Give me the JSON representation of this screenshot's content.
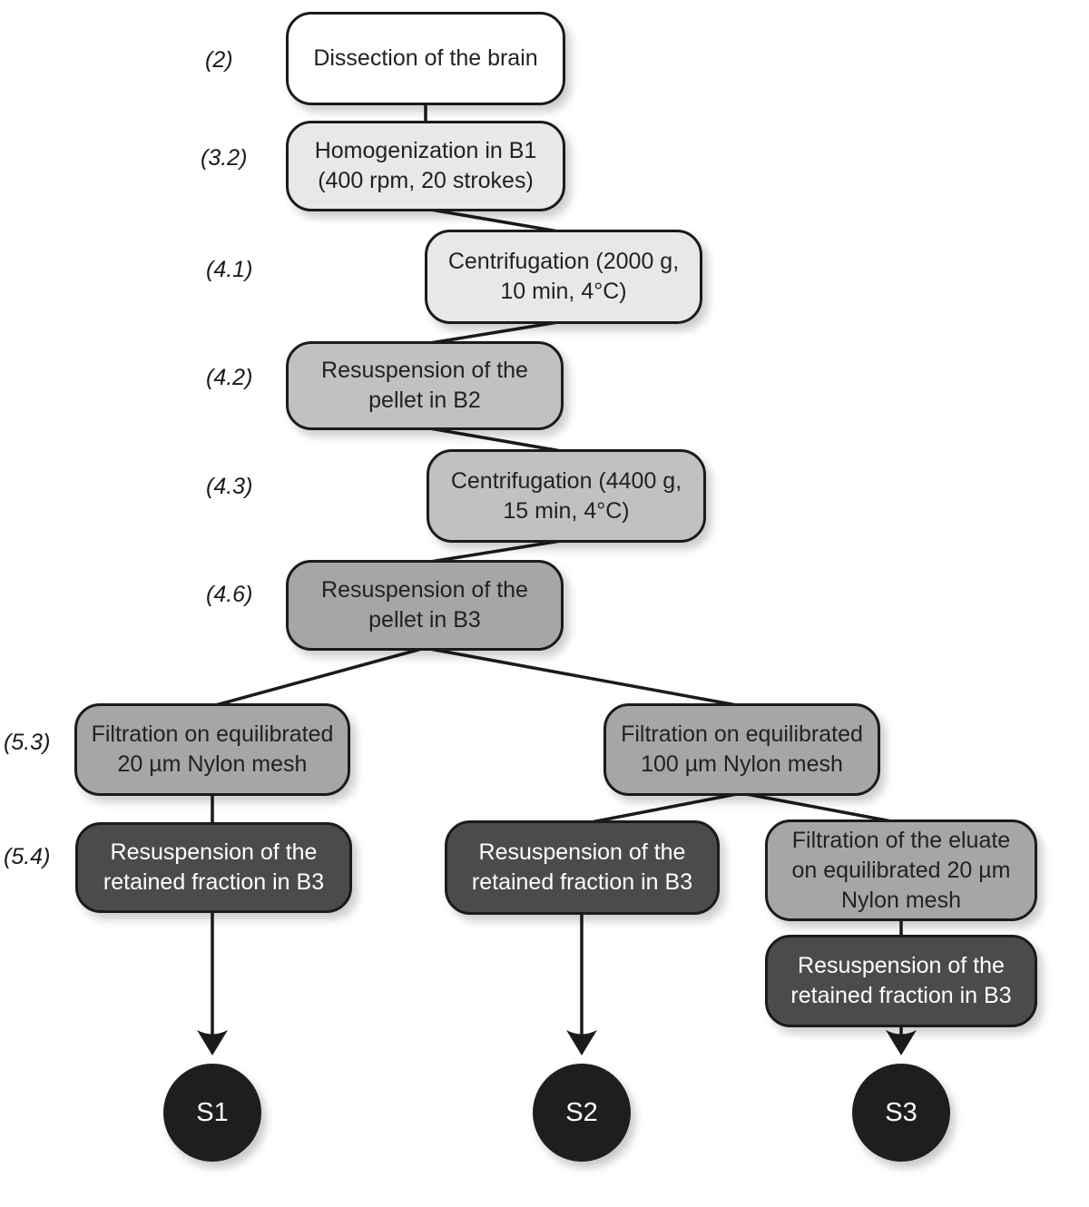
{
  "figure": {
    "type": "flowchart",
    "nodes": [
      {
        "id": "dissection",
        "step": "(2)",
        "label": "Dissection of the brain",
        "tone": "white"
      },
      {
        "id": "homogenization",
        "step": "(3.2)",
        "label": "Homogenization in B1\n(400 rpm, 20 strokes)",
        "tone": "light"
      },
      {
        "id": "centrifugation-2000g",
        "step": "(4.1)",
        "label": "Centrifugation (2000 g,\n10 min, 4°C)",
        "tone": "light"
      },
      {
        "id": "resuspension-pellet-b2",
        "step": "(4.2)",
        "label": "Resuspension of the\npellet in B2",
        "tone": "mid"
      },
      {
        "id": "centrifugation-4400g",
        "step": "(4.3)",
        "label": "Centrifugation (4400 g,\n15 min, 4°C)",
        "tone": "mid"
      },
      {
        "id": "resuspension-pellet-b3",
        "step": "(4.6)",
        "label": "Resuspension of the\npellet in B3",
        "tone": "gray"
      },
      {
        "id": "filtration-20um",
        "step": "(5.3)",
        "label": "Filtration on equilibrated\n20 µm Nylon mesh",
        "tone": "gray"
      },
      {
        "id": "filtration-100um",
        "label": "Filtration on equilibrated\n100 µm Nylon mesh",
        "tone": "gray"
      },
      {
        "id": "resuspension-retained-s1",
        "step": "(5.4)",
        "label": "Resuspension of the\nretained fraction in B3",
        "tone": "dark"
      },
      {
        "id": "resuspension-retained-s2",
        "label": "Resuspension of the\nretained fraction in B3",
        "tone": "dark"
      },
      {
        "id": "filtration-eluate-20um",
        "label": "Filtration of the eluate\non equilibrated 20 µm\nNylon mesh",
        "tone": "gray"
      },
      {
        "id": "resuspension-retained-s3",
        "label": "Resuspension of the\nretained fraction in B3",
        "tone": "dark"
      }
    ],
    "outputs": [
      {
        "id": "s1",
        "label": "S1"
      },
      {
        "id": "s2",
        "label": "S2"
      },
      {
        "id": "s3",
        "label": "S3"
      }
    ],
    "palette": {
      "node_white": "#ffffff",
      "node_light_gray": "#e8e8e8",
      "node_mid_gray": "#c1c1c1",
      "node_gray": "#a6a6a6",
      "node_dark_gray": "#4b4b4b",
      "terminal_black": "#1e1e1e",
      "line": "#1b1b1b",
      "text_dark": "#222222",
      "text_light": "#ffffff"
    }
  }
}
